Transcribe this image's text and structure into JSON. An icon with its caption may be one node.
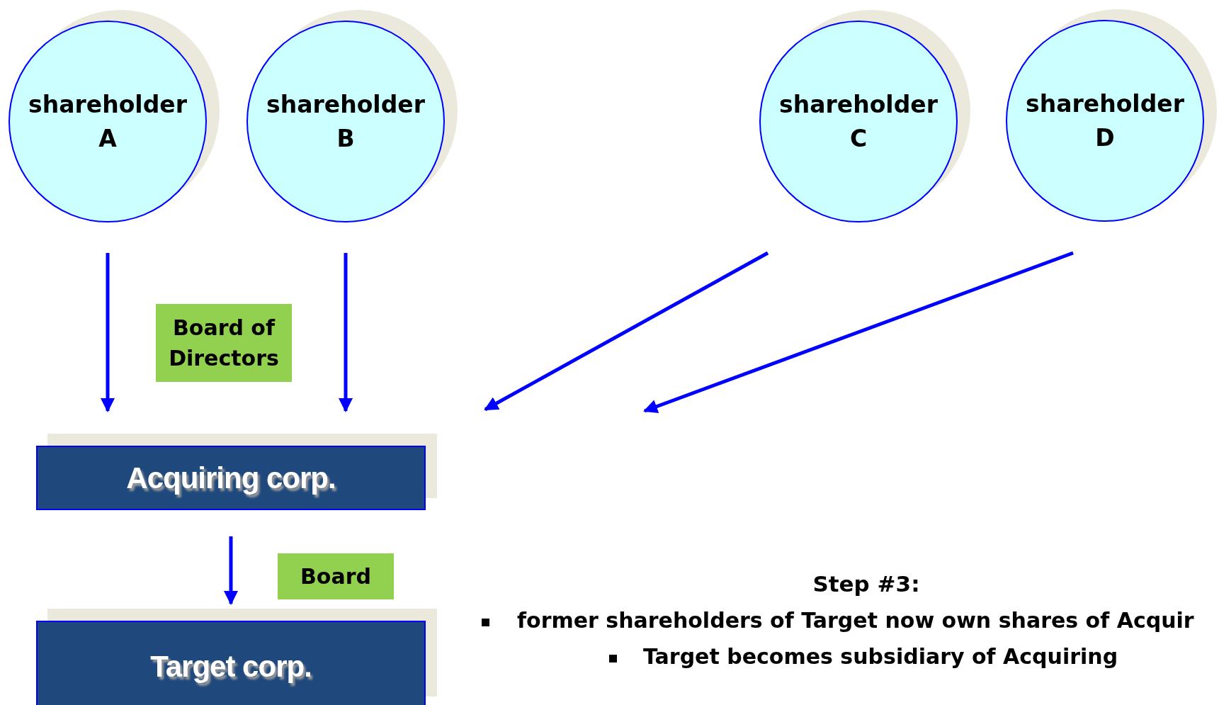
{
  "diagram": {
    "nodes": [
      {
        "text": [
          "shareholder A"
        ]
      },
      {
        "text": [
          "shareholder B"
        ]
      },
      {
        "text": [
          "shareholder C"
        ]
      },
      {
        "text": [
          "shareholder D"
        ]
      },
      {
        "text": [
          "Board of Directors"
        ]
      },
      {
        "text": [
          "Acquiring corp."
        ]
      },
      {
        "text": [
          "Board"
        ]
      },
      {
        "text": [
          "Target corp."
        ]
      }
    ],
    "edges": [
      {
        "from": 0,
        "to": 5,
        "arrow": "to"
      },
      {
        "from": 1,
        "to": 5,
        "arrow": "to"
      },
      {
        "from": 2,
        "to": null,
        "arrow": "to"
      },
      {
        "from": 3,
        "to": null,
        "arrow": "to"
      },
      {
        "from": 5,
        "to": 7,
        "arrow": "to"
      }
    ],
    "labels": [
      "Step #3:",
      "former shareholders of Target now own shares of Acquir",
      "Target becomes subsidiary of Acquiring"
    ]
  }
}
